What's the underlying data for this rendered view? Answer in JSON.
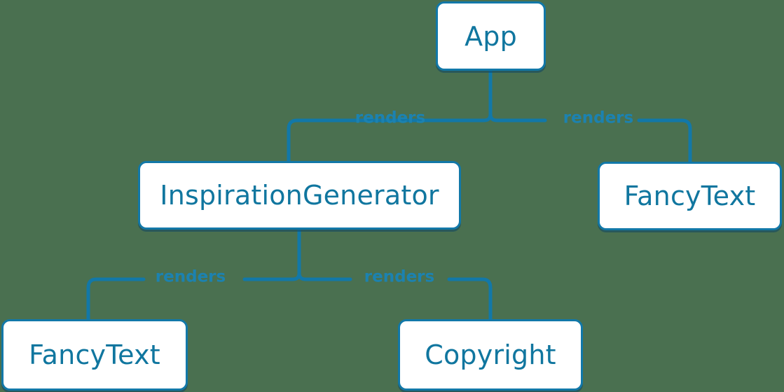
{
  "diagram": {
    "type": "component-tree",
    "background_color": "#4a7050",
    "node_fill_color": "#ffffff",
    "node_border_color": "#1278a8",
    "node_text_color": "#10769f",
    "edge_color": "#1278a8",
    "edge_label_color": "#1c82b0",
    "nodes": [
      {
        "id": "app",
        "label": "App"
      },
      {
        "id": "inspiration-generator",
        "label": "InspirationGenerator"
      },
      {
        "id": "fancytext-right",
        "label": "FancyText"
      },
      {
        "id": "fancytext-bottom",
        "label": "FancyText"
      },
      {
        "id": "copyright",
        "label": "Copyright"
      }
    ],
    "edges": [
      {
        "from": "app",
        "to": "inspiration-generator",
        "label": "renders"
      },
      {
        "from": "app",
        "to": "fancytext-right",
        "label": "renders"
      },
      {
        "from": "inspiration-generator",
        "to": "fancytext-bottom",
        "label": "renders"
      },
      {
        "from": "inspiration-generator",
        "to": "copyright",
        "label": "renders"
      }
    ]
  }
}
